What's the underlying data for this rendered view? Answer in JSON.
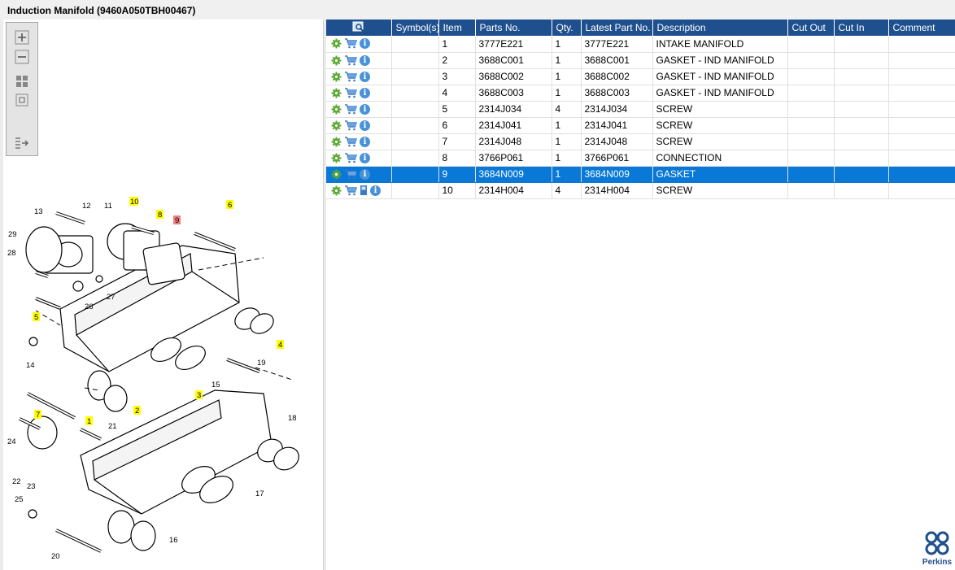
{
  "window": {
    "title": "Induction Manifold (9460A050TBH00467)"
  },
  "toolbar": {
    "items": [
      {
        "name": "zoom-in-icon"
      },
      {
        "name": "zoom-out-icon"
      },
      {
        "name": "fit-grid-icon"
      },
      {
        "name": "actual-size-icon"
      },
      {
        "name": "list-export-icon"
      }
    ]
  },
  "diagram": {
    "callouts": [
      "1",
      "2",
      "3",
      "4",
      "5",
      "6",
      "7",
      "8",
      "9",
      "10",
      "11",
      "12",
      "13",
      "14",
      "15",
      "16",
      "17",
      "18",
      "19",
      "20",
      "21",
      "22",
      "23",
      "24",
      "25",
      "26",
      "27",
      "28",
      "29"
    ],
    "highlight_color": "#ffff00",
    "selected_color": "#f08080"
  },
  "table": {
    "headers": {
      "search": "",
      "symbols": "Symbol(s)",
      "item": "Item",
      "parts_no": "Parts No.",
      "qty": "Qty.",
      "latest": "Latest Part No.",
      "description": "Description",
      "cut_out": "Cut Out",
      "cut_in": "Cut In",
      "comment": "Comment"
    },
    "rows": [
      {
        "item": "1",
        "parts_no": "3777E221",
        "qty": "1",
        "latest": "3777E221",
        "description": "INTAKE MANIFOLD"
      },
      {
        "item": "2",
        "parts_no": "3688C001",
        "qty": "1",
        "latest": "3688C001",
        "description": "GASKET - IND MANIFOLD"
      },
      {
        "item": "3",
        "parts_no": "3688C002",
        "qty": "1",
        "latest": "3688C002",
        "description": "GASKET - IND MANIFOLD"
      },
      {
        "item": "4",
        "parts_no": "3688C003",
        "qty": "1",
        "latest": "3688C003",
        "description": "GASKET - IND MANIFOLD"
      },
      {
        "item": "5",
        "parts_no": "2314J034",
        "qty": "4",
        "latest": "2314J034",
        "description": "SCREW"
      },
      {
        "item": "6",
        "parts_no": "2314J041",
        "qty": "1",
        "latest": "2314J041",
        "description": "SCREW"
      },
      {
        "item": "7",
        "parts_no": "2314J048",
        "qty": "1",
        "latest": "2314J048",
        "description": "SCREW"
      },
      {
        "item": "8",
        "parts_no": "3766P061",
        "qty": "1",
        "latest": "3766P061",
        "description": "CONNECTION"
      },
      {
        "item": "9",
        "parts_no": "3684N009",
        "qty": "1",
        "latest": "3684N009",
        "description": "GASKET"
      },
      {
        "item": "10",
        "parts_no": "2314H004",
        "qty": "4",
        "latest": "2314H004",
        "description": "SCREW"
      }
    ],
    "selected_row": 9
  },
  "brand": {
    "name": "Perkins",
    "color": "#1e4f8f"
  },
  "colors": {
    "header_bg": "#1e4f8f",
    "selection": "#0a78d7"
  }
}
